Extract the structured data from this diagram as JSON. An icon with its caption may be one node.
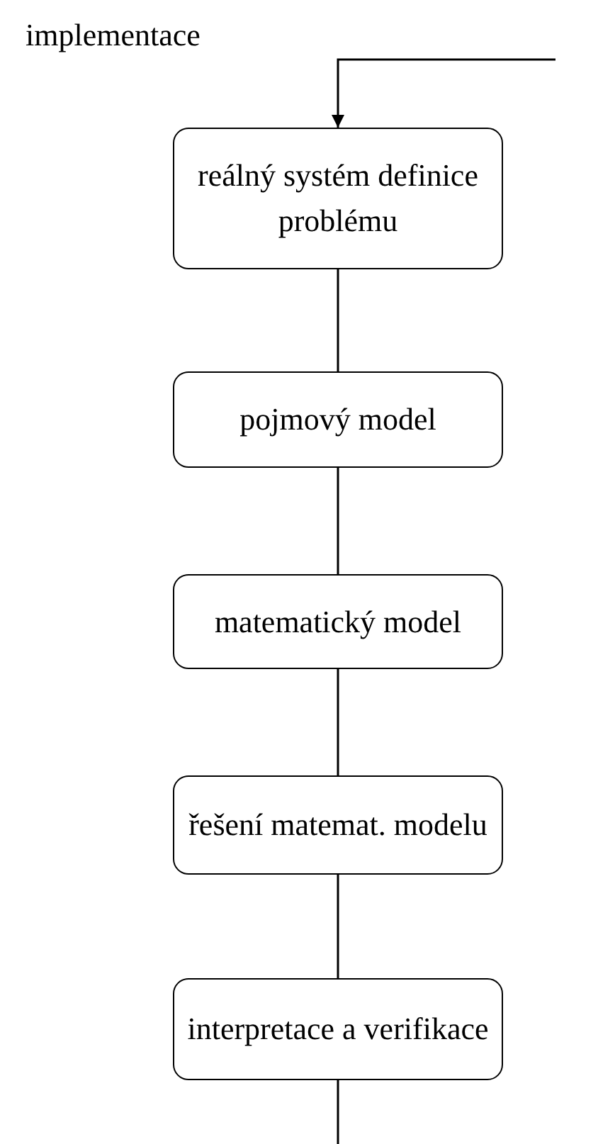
{
  "diagram": {
    "nodes": [
      {
        "text": [
          "reálný systém definice problému"
        ]
      },
      {
        "text": [
          "pojmový model"
        ]
      },
      {
        "text": [
          "matematický model"
        ]
      },
      {
        "text": [
          "řešení matemat. modelu"
        ]
      },
      {
        "text": [
          "interpretace a verifikace"
        ]
      }
    ],
    "edges": [
      {
        "from": null,
        "to": 0,
        "arrow": "to"
      },
      {
        "from": 0,
        "to": 1,
        "arrow": "none"
      },
      {
        "from": 1,
        "to": 2,
        "arrow": "none"
      },
      {
        "from": 2,
        "to": 3,
        "arrow": "none"
      },
      {
        "from": 3,
        "to": 4,
        "arrow": "none"
      },
      {
        "from": 4,
        "to": null,
        "arrow": "none"
      }
    ],
    "labels": [
      "implementace"
    ]
  }
}
